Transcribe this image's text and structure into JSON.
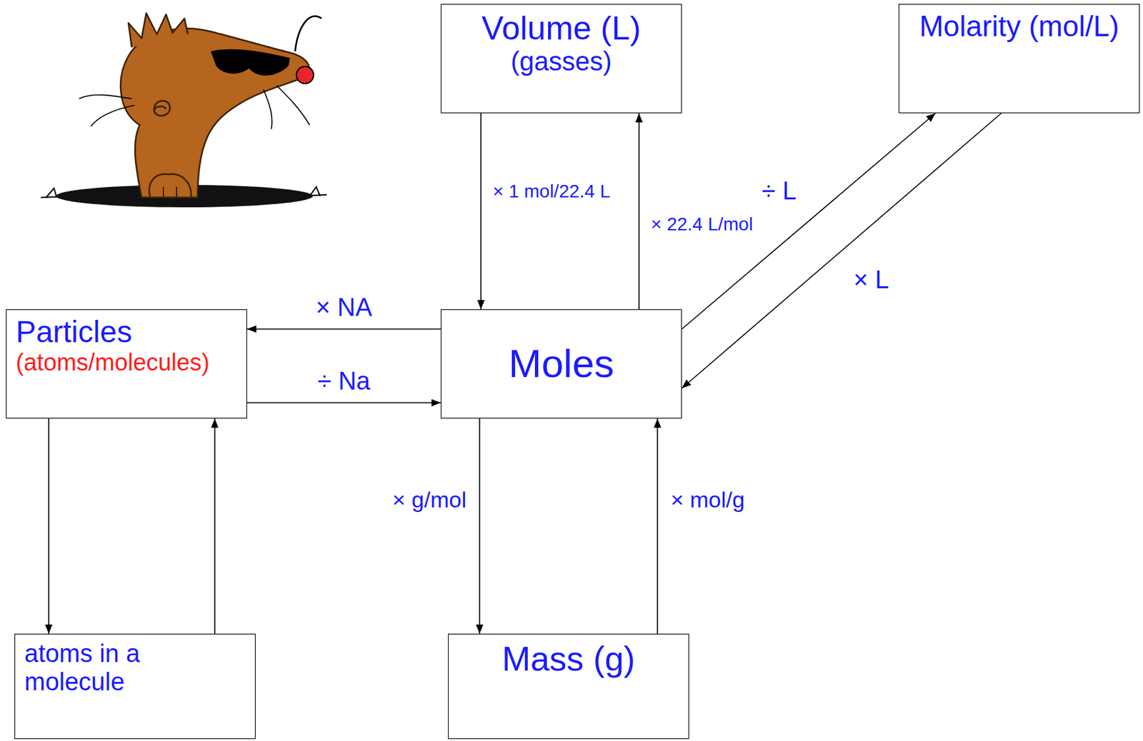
{
  "diagram": {
    "nodes": [
      {
        "text": [
          "Volume (L)",
          "(gasses)"
        ]
      },
      {
        "text": [
          "Molarity (mol/L)"
        ]
      },
      {
        "text": [
          "Particles",
          "(atoms/molecules)"
        ]
      },
      {
        "text": [
          "Moles"
        ]
      },
      {
        "text": [
          "atoms in a molecule"
        ]
      },
      {
        "text": [
          "Mass (g)"
        ]
      }
    ],
    "edges": [
      {
        "from": 0,
        "to": 3,
        "arrow": "to",
        "label": "× 1 mol/22.4 L"
      },
      {
        "from": 3,
        "to": 0,
        "arrow": "to",
        "label": "× 22.4 L/mol"
      },
      {
        "from": 3,
        "to": 1,
        "arrow": "to",
        "label": "÷ L"
      },
      {
        "from": 1,
        "to": 3,
        "arrow": "to",
        "label": "× L"
      },
      {
        "from": 3,
        "to": 2,
        "arrow": "to",
        "label": "× NA"
      },
      {
        "from": 2,
        "to": 3,
        "arrow": "to",
        "label": "÷ Na"
      },
      {
        "from": 2,
        "to": 4,
        "arrow": "to"
      },
      {
        "from": 4,
        "to": 2,
        "arrow": "to"
      },
      {
        "from": 3,
        "to": 5,
        "arrow": "to",
        "label": "× g/mol"
      },
      {
        "from": 5,
        "to": 3,
        "arrow": "to",
        "label": "× mol/g"
      }
    ]
  }
}
